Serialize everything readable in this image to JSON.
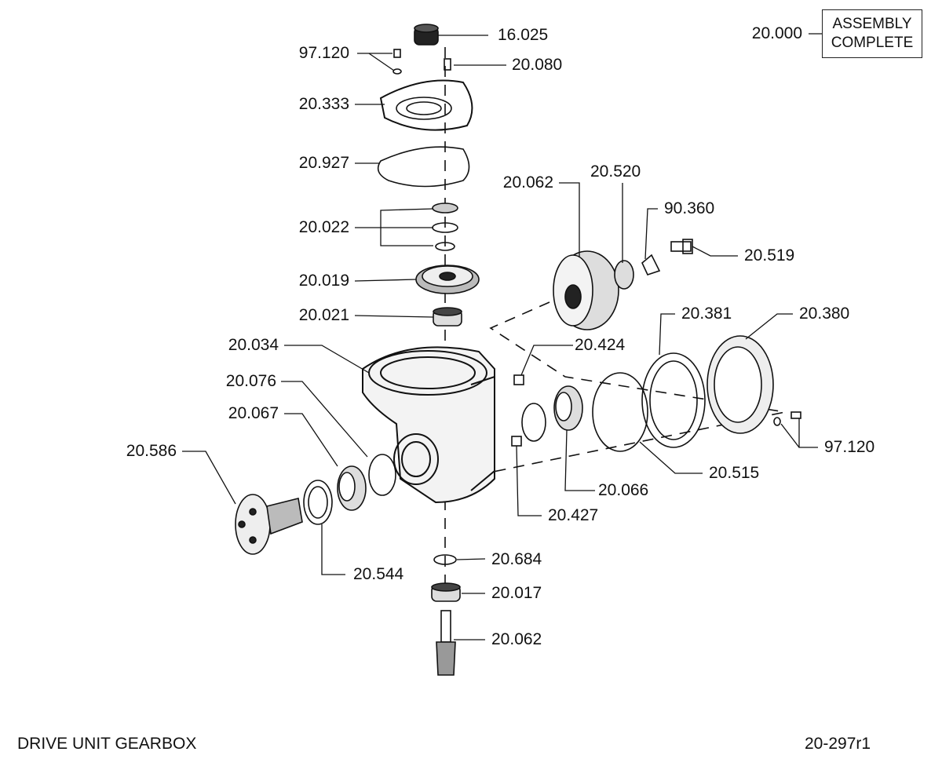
{
  "assembly": {
    "number": "20.000",
    "line1": "ASSEMBLY",
    "line2": "COMPLETE"
  },
  "parts": {
    "p16025": "16.025",
    "p97120_top": "97.120",
    "p20080": "20.080",
    "p20333": "20.333",
    "p20927": "20.927",
    "p20022": "20.022",
    "p20019": "20.019",
    "p20021": "20.021",
    "p20034": "20.034",
    "p20076": "20.076",
    "p20067": "20.067",
    "p20586": "20.586",
    "p20544": "20.544",
    "p20684": "20.684",
    "p20017": "20.017",
    "p20062_shaft": "20.062",
    "p20062_gear": "20.062",
    "p20520": "20.520",
    "p90360": "90.360",
    "p20519": "20.519",
    "p20424": "20.424",
    "p20381": "20.381",
    "p20380": "20.380",
    "p97120_right": "97.120",
    "p20515": "20.515",
    "p20066": "20.066",
    "p20427": "20.427"
  },
  "footer": {
    "title": "DRIVE UNIT GEARBOX",
    "code": "20-297r1"
  }
}
